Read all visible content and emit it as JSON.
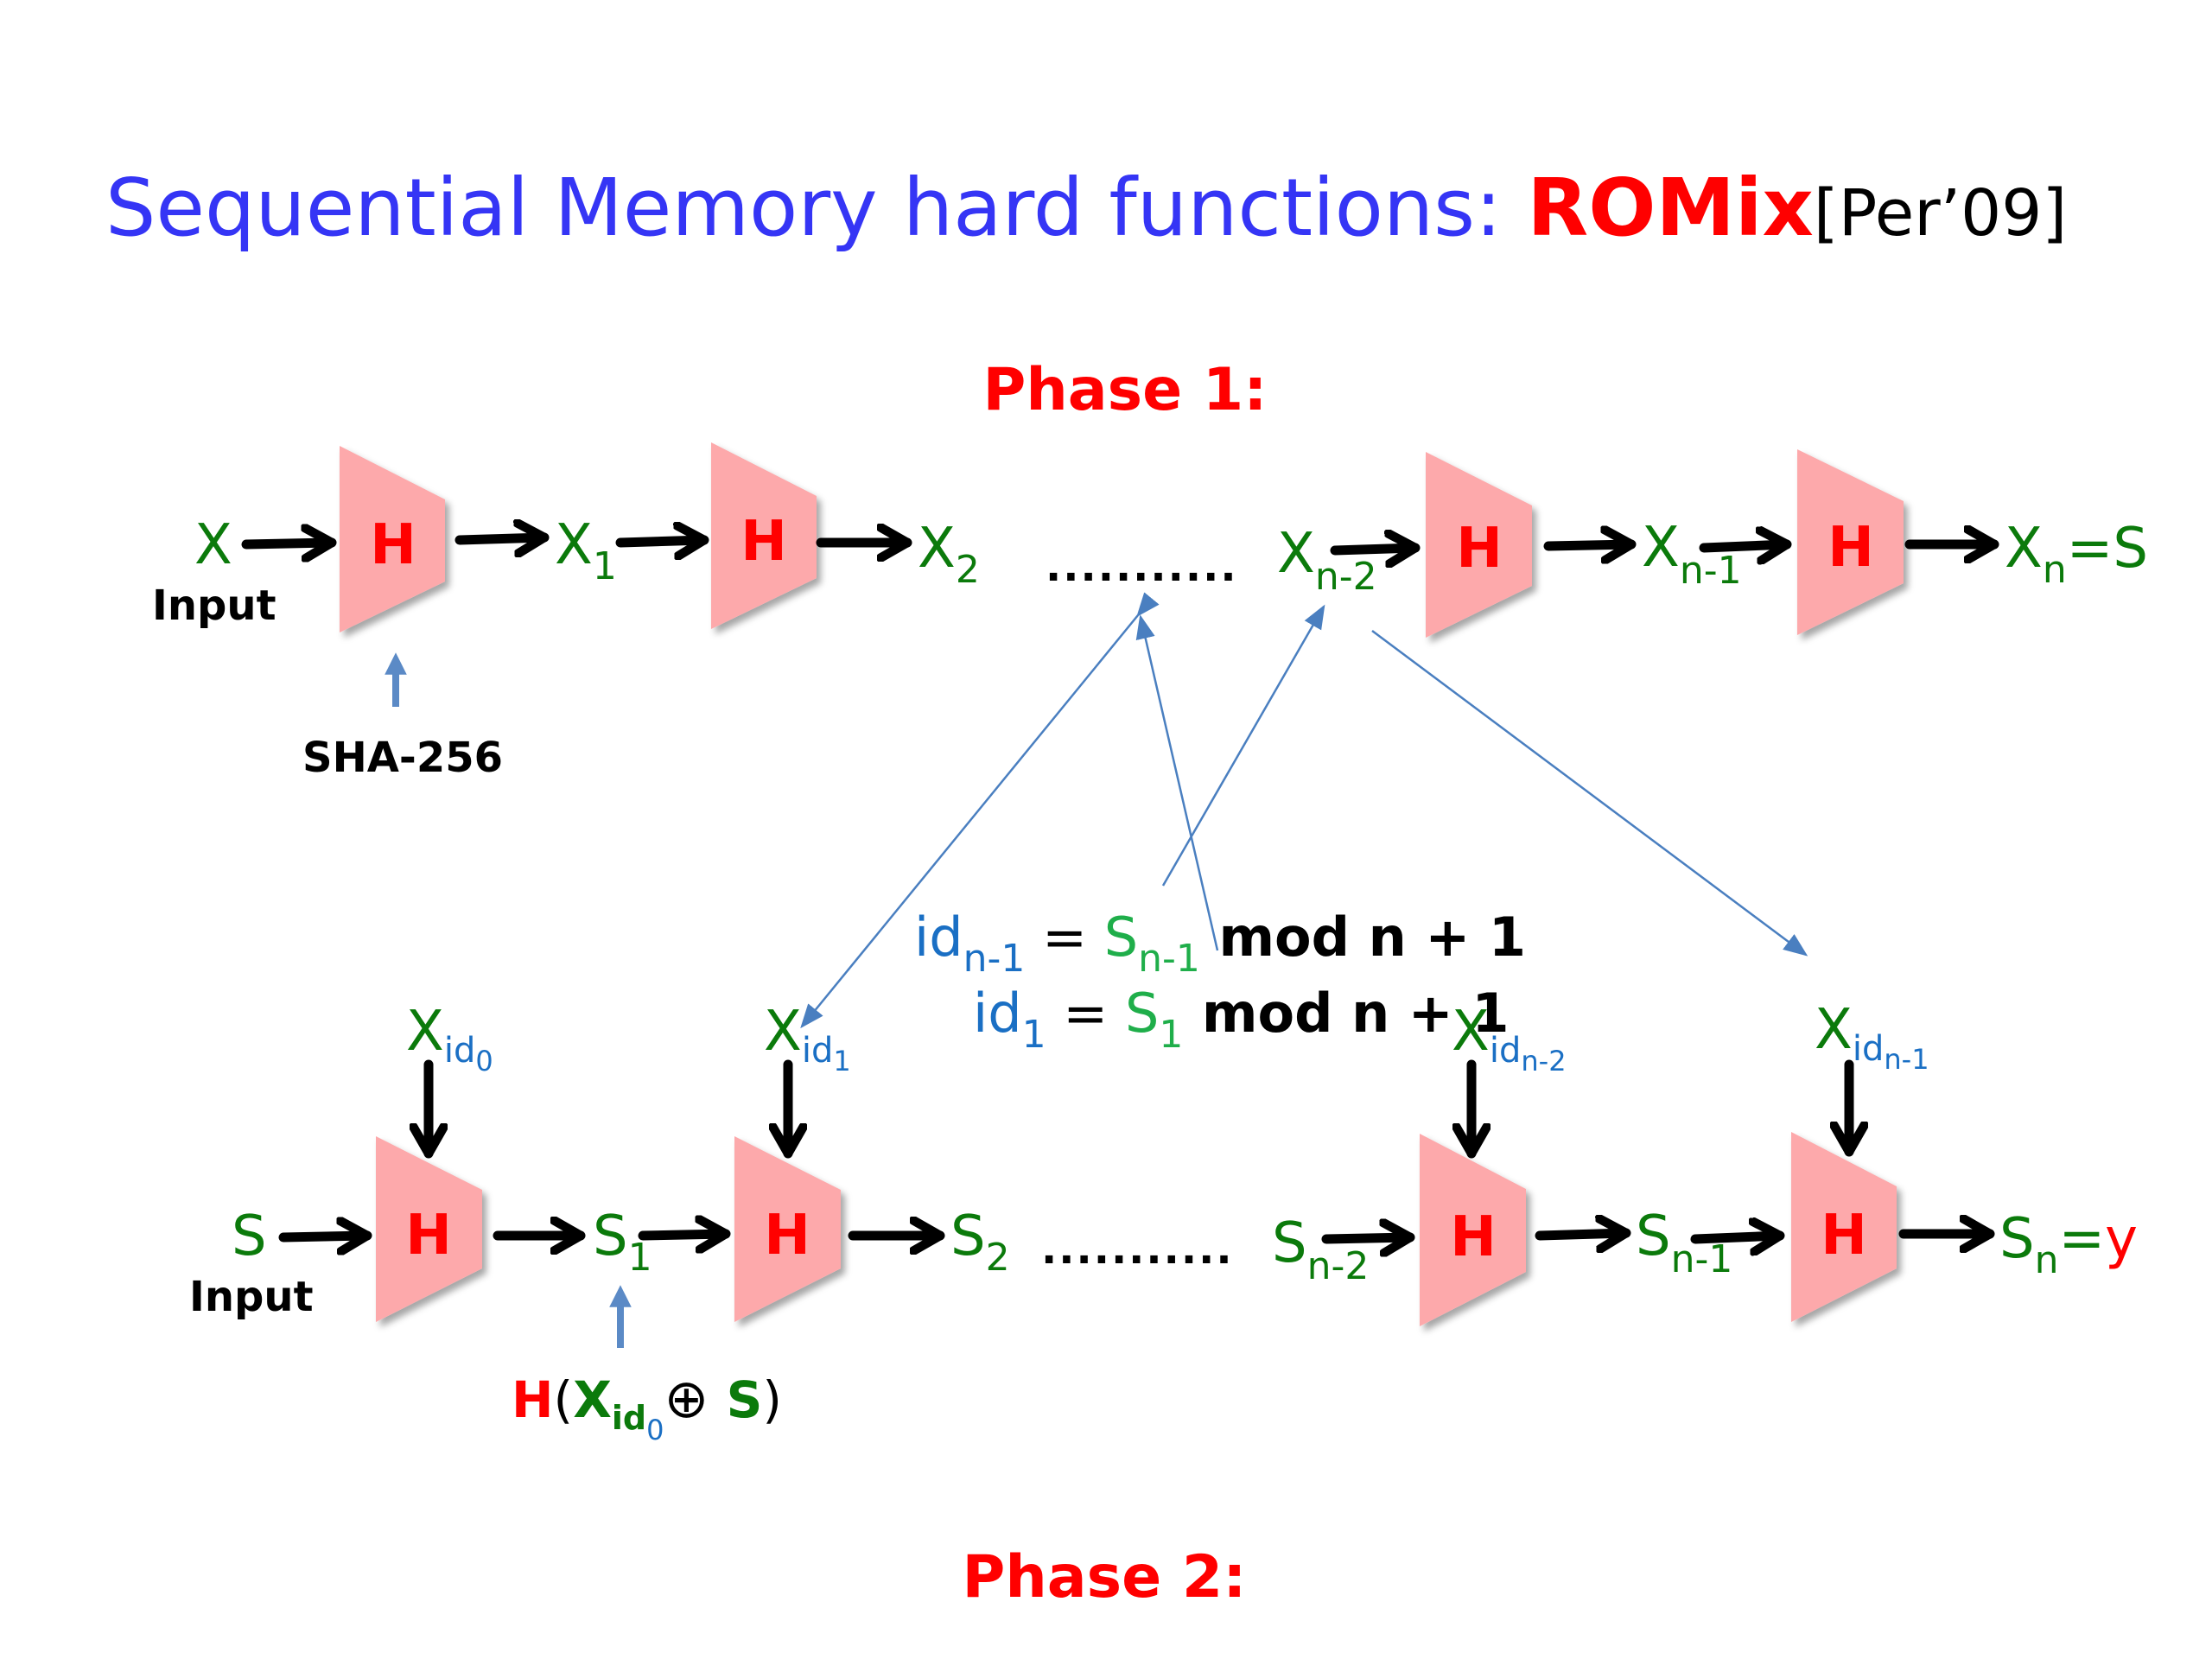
{
  "slide": {
    "title": {
      "main": "Sequential Memory hard functions: ",
      "highlight": "ROMix",
      "citation": "[Per’09]"
    },
    "colors": {
      "title_blue": "#3535f5",
      "accent_red": "#ff0000",
      "variable_green": "#0b7a0b",
      "formula_green": "#1fae4a",
      "index_blue": "#1a6fc4",
      "hash_box_pink": "#fda9ab",
      "pointer_blue": "#4a7fc0"
    },
    "phase1": {
      "label": "Phase 1:",
      "input_var": "X",
      "input_label": "Input",
      "hash_note": "SHA-256",
      "hash_symbol": "H",
      "ellipsis": "...........",
      "outputs": [
        {
          "base": "X",
          "sub": "1"
        },
        {
          "base": "X",
          "sub": "2"
        },
        {
          "base": "X",
          "sub": "n-2"
        },
        {
          "base": "X",
          "sub": "n-1"
        },
        {
          "base": "X",
          "sub": "n",
          "suffix": "=S"
        }
      ]
    },
    "formulas": [
      {
        "lhs": "id",
        "lhs_sub": "n-1",
        "eq": " = ",
        "rhs": "S",
        "rhs_sub": "n-1",
        "tail": " mod n + 1"
      },
      {
        "lhs": "id",
        "lhs_sub": "1",
        "eq": " = ",
        "rhs": "S",
        "rhs_sub": "1",
        "tail": " mod n + 1"
      }
    ],
    "phase2": {
      "label": "Phase 2:",
      "input_var": "S",
      "input_label": "Input",
      "hash_symbol": "H",
      "ellipsis": "...........",
      "lookups": [
        {
          "base": "X",
          "sub": "id",
          "subsub": "0"
        },
        {
          "base": "X",
          "sub": "id",
          "subsub": "1"
        },
        {
          "base": "X",
          "sub": "id",
          "subsub": "n-2"
        },
        {
          "base": "X",
          "sub": "id",
          "subsub": "n-1"
        }
      ],
      "outputs": [
        {
          "base": "S",
          "sub": "1"
        },
        {
          "base": "S",
          "sub": "2"
        },
        {
          "base": "S",
          "sub": "n-2"
        },
        {
          "base": "S",
          "sub": "n-1"
        },
        {
          "base": "S",
          "sub": "n",
          "eq": "=",
          "result": "y"
        }
      ],
      "step_note": {
        "h": "H",
        "open": "(",
        "x": "X",
        "x_sub": "id",
        "x_subsub": "0",
        "xor": "⊕",
        "s": " S",
        "close": ")"
      }
    }
  }
}
